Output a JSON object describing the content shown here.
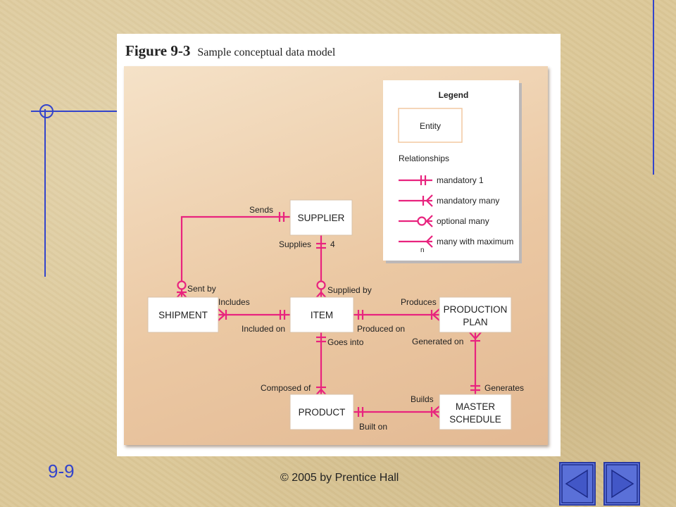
{
  "figure": {
    "number": "Figure 9-3",
    "caption": "Sample conceptual data model"
  },
  "entities": {
    "supplier": "SUPPLIER",
    "shipment": "SHIPMENT",
    "item": "ITEM",
    "production_plan": [
      "PRODUCTION",
      "PLAN"
    ],
    "product": "PRODUCT",
    "master_schedule": [
      "MASTER",
      "SCHEDULE"
    ]
  },
  "relationship_labels": {
    "sends": "Sends",
    "sent_by": "Sent by",
    "supplies": "Supplies",
    "supplies_max": "4",
    "supplied_by": "Supplied by",
    "includes": "Includes",
    "included_on": "Included on",
    "produces": "Produces",
    "produced_on": "Produced on",
    "goes_into": "Goes into",
    "generated_on": "Generated on",
    "composed_of": "Composed of",
    "generates": "Generates",
    "builds": "Builds",
    "built_on": "Built on"
  },
  "legend": {
    "title": "Legend",
    "entity_sample": "Entity",
    "relationships_heading": "Relationships",
    "items": [
      {
        "symbol": "mandatory-one",
        "label": "mandatory 1"
      },
      {
        "symbol": "mandatory-many",
        "label": "mandatory many"
      },
      {
        "symbol": "optional-many",
        "label": "optional many"
      },
      {
        "symbol": "many-max",
        "label": "many with maximum",
        "sub": "n"
      }
    ]
  },
  "colors": {
    "relationship_line": "#e8237e",
    "decor_line": "#3344cc",
    "entity_box": "#ffffff"
  },
  "footer": {
    "slide_number": "9-9",
    "copyright": "© 2005 by Prentice Hall"
  },
  "navigation": {
    "previous": "previous-slide",
    "next": "next-slide"
  }
}
